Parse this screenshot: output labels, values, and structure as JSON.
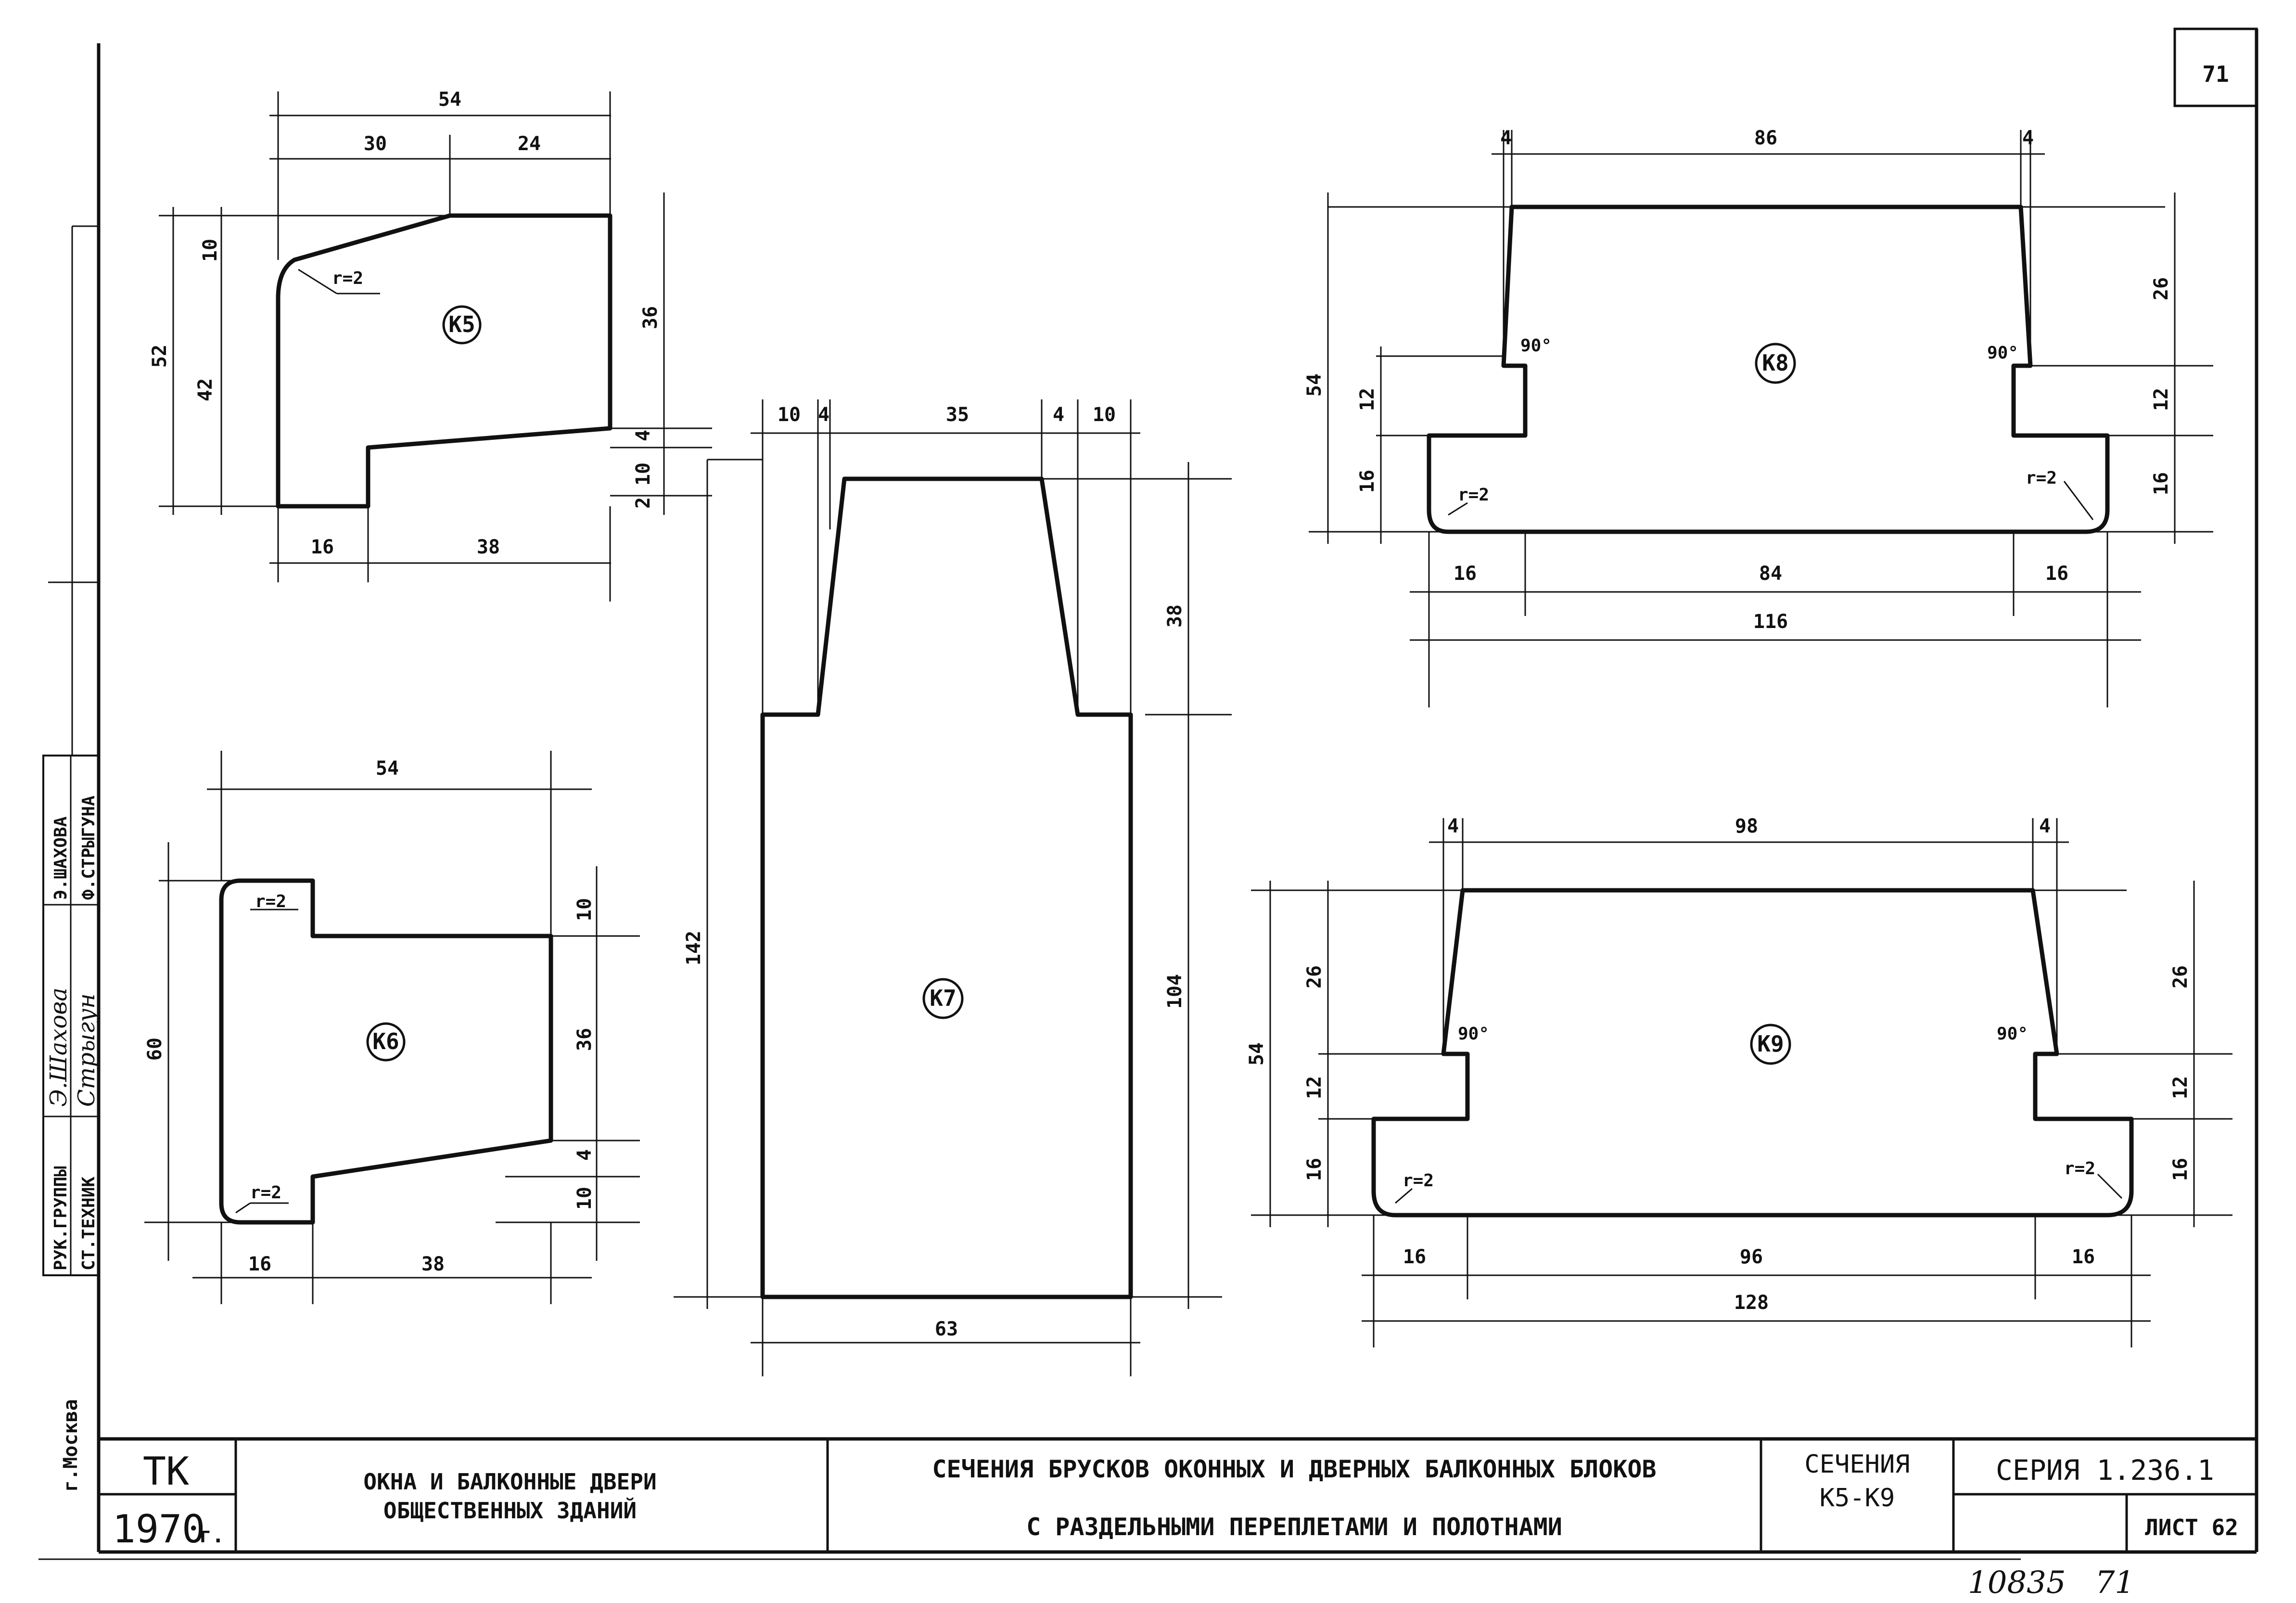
{
  "page_number": "71",
  "sections": {
    "k5": {
      "label": "K5",
      "radius": "r=2",
      "dims": [
        "54",
        "30",
        "24",
        "10",
        "52",
        "42",
        "36",
        "4",
        "10",
        "2",
        "16",
        "38"
      ]
    },
    "k6": {
      "label": "K6",
      "radius_top": "r=2",
      "radius_bottom": "r=2",
      "dims": [
        "54",
        "60",
        "10",
        "36",
        "4",
        "10",
        "16",
        "38"
      ]
    },
    "k7": {
      "label": "K7",
      "dims": [
        "10",
        "4",
        "35",
        "4",
        "10",
        "38",
        "142",
        "104",
        "63"
      ]
    },
    "k8": {
      "label": "K8",
      "angle_left": "90°",
      "angle_right": "90°",
      "radius_left": "r=2",
      "radius_right": "r=2",
      "dims": [
        "4",
        "86",
        "4",
        "54",
        "12",
        "16",
        "26",
        "12",
        "16",
        "16",
        "84",
        "16",
        "116"
      ]
    },
    "k9": {
      "label": "K9",
      "angle_left": "90°",
      "angle_right": "90°",
      "radius_left": "r=2",
      "radius_right": "r=2",
      "dims": [
        "4",
        "98",
        "4",
        "54",
        "26",
        "12",
        "16",
        "26",
        "12",
        "16",
        "16",
        "96",
        "16",
        "128"
      ]
    }
  },
  "side_stamp": {
    "role_1": "РУК.ГРУППЫ",
    "role_2": "СТ.ТЕХНИК",
    "name_1": "Э.ШАХОВА",
    "name_2": "Ф.СТРЫГУНА",
    "city": "г.Москва"
  },
  "title_block": {
    "org": "ТК",
    "year": "1970",
    "year_suffix": "г.",
    "subject_line1": "ОКНА И БАЛКОННЫЕ ДВЕРИ",
    "subject_line2": "ОБЩЕСТВЕННЫХ ЗДАНИЙ",
    "title_line1": "СЕЧЕНИЯ БРУСКОВ ОКОННЫХ И ДВЕРНЫХ БАЛКОННЫХ БЛОКОВ",
    "title_line2": "С РАЗДЕЛЬНЫМИ ПЕРЕПЛЕТАМИ И ПОЛОТНАМИ",
    "sections_label": "СЕЧЕНИЯ",
    "sections_range": "К5-К9",
    "series": "СЕРИЯ 1.236.1",
    "sheet": "ЛИСТ 62"
  },
  "handwritten_note": "10835   71"
}
